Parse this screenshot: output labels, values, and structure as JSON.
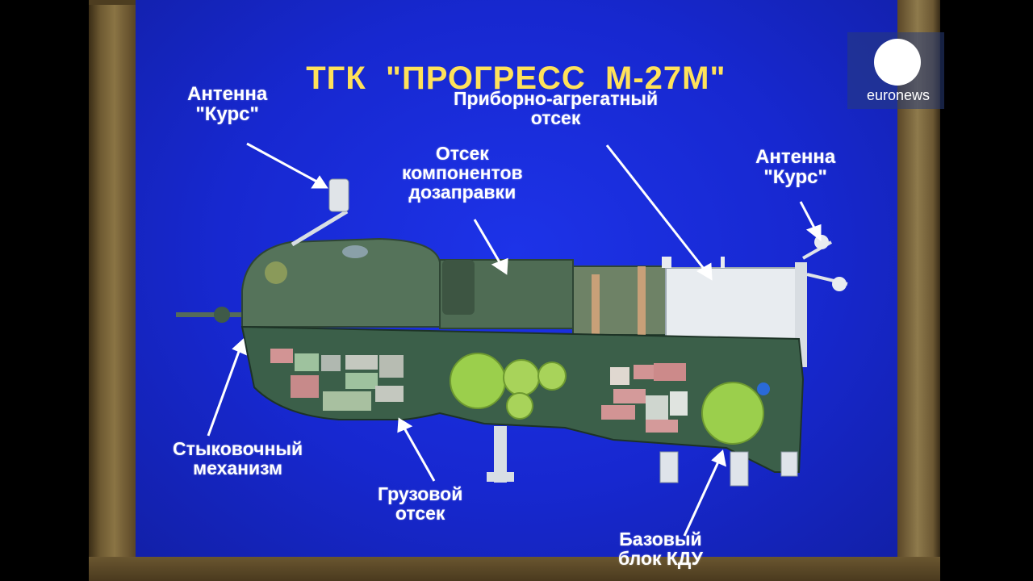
{
  "title": {
    "prefix": "ТГК",
    "name": "\"ПРОГРЕСС",
    "model": "М-27М\""
  },
  "labels": {
    "antenna_left": "Антенна\n\"Курс\"",
    "antenna_right": "Антенна\n\"Курс\"",
    "instrument": "Приборно-агрегатный\nотсек",
    "refueling": "Отсек\nкомпонентов\nдозаправки",
    "docking": "Стыковочный\nмеханизм",
    "cargo": "Грузовой\nотсек",
    "base_block": "Базовый\nблок КДУ"
  },
  "logo": {
    "text": "euronews"
  },
  "colors": {
    "screen_blue": "#1a2fe0",
    "title_yellow": "#f6d65a",
    "hull_green": "#4a6a4a",
    "tank_green": "#9bcf4c"
  }
}
